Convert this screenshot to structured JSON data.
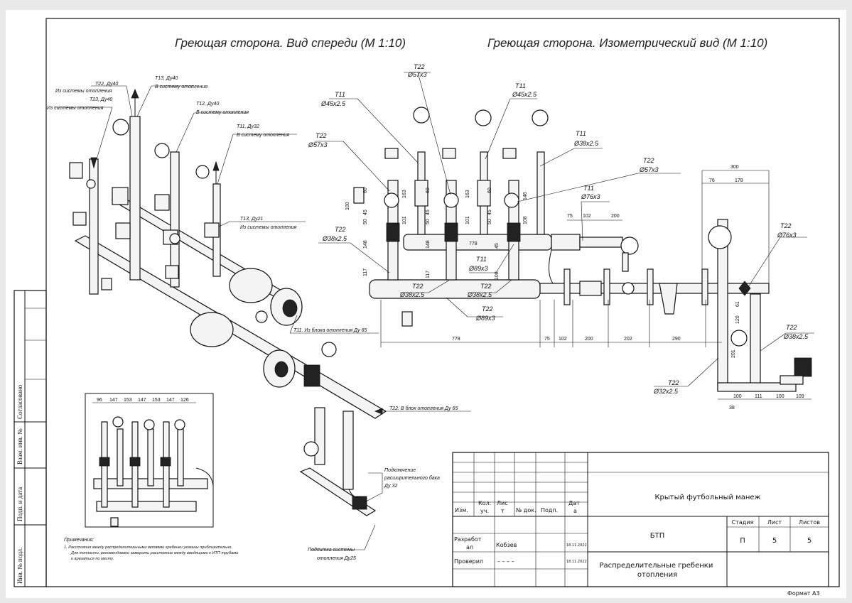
{
  "titles": {
    "front": "Греющая сторона. Вид спереди (М 1:10)",
    "iso": "Греющая сторона. Изометрический вид (М 1:10)"
  },
  "iso_labels": {
    "t22_from": [
      "Т22, Ду40",
      "Из системы отопления"
    ],
    "t13_to": [
      "Т13, Ду40",
      "В систему отопления"
    ],
    "t23_from": [
      "Т23, Ду40",
      "Из системы отопления"
    ],
    "t12_to": [
      "Т12, Ду40",
      "В систему отопления"
    ],
    "t11_to": [
      "Т11, Ду32",
      "В систему отопления"
    ],
    "t13_from": [
      "Т13, Ду21",
      "Из системы отопления"
    ],
    "t11_block": "Т11. Из блока отопления Ду 65",
    "t22_block": "Т22. В блок отопления Ду 65",
    "expansion": [
      "Подключение",
      "расширительного бака",
      "Ду 32"
    ],
    "makeup": [
      "Подпитка системы",
      "отопления Ду25"
    ]
  },
  "front_labels": {
    "t22_57_top": [
      "Т22",
      "Ø57х3"
    ],
    "t11_45_left": [
      "Т11",
      "Ø45х2.5"
    ],
    "t11_45_mid": [
      "Т11",
      "Ø45х2.5"
    ],
    "t22_57_left": [
      "Т22",
      "Ø57х3"
    ],
    "t11_38": [
      "Т11",
      "Ø38х2.5"
    ],
    "t22_57_right": [
      "Т22",
      "Ø57х3"
    ],
    "t11_76": [
      "Т11",
      "Ø76х3"
    ],
    "t22_38_left": [
      "Т22",
      "Ø38х2.5"
    ],
    "t11_89": [
      "Т11",
      "Ø89х3"
    ],
    "t22_38_a": [
      "Т22",
      "Ø38х2.5"
    ],
    "t22_38_b": [
      "Т22",
      "Ø38х2.5"
    ],
    "t22_89": [
      "Т22",
      "Ø89х3"
    ],
    "t22_76": [
      "Т22",
      "Ø76х3"
    ],
    "t22_38_right": [
      "Т22",
      "Ø38х2.5"
    ],
    "t22_32": [
      "Т22",
      "Ø32х2.5"
    ]
  },
  "dimensions": {
    "bottom_row": [
      "778",
      "75",
      "102",
      "200",
      "202",
      "290"
    ],
    "upper_row": [
      "75",
      "102",
      "200"
    ],
    "mid": "778",
    "verticals": [
      "100",
      "50",
      "45",
      "60",
      "163",
      "101",
      "148",
      "117",
      "117",
      "50",
      "45",
      "60",
      "163",
      "101",
      "148",
      "108",
      "50",
      "45",
      "60",
      "146",
      "108",
      "45"
    ],
    "right_top": [
      "300",
      "76",
      "178"
    ],
    "right_vert": [
      "61",
      "120",
      "201"
    ],
    "right_bottom": [
      "100",
      "111",
      "100",
      "109"
    ],
    "right_38": "38",
    "inset_top": [
      "96",
      "147",
      "153",
      "147",
      "153",
      "147",
      "126"
    ]
  },
  "notes": {
    "title": "Примечания:",
    "lines": [
      "1.   Расстояния между распределительными ветвями гребенки указаны приблизительно.",
      "Для точности, рекомендовано замерить расстояние между вводящими к ИТП трубами",
      "и врезаться по месту."
    ]
  },
  "title_block": {
    "headers": [
      "Изм.",
      "Кол.\nуч.",
      "Лис\nт",
      "№ док.",
      "Подп.",
      "Дат\nа"
    ],
    "developed_label": "Разработ\nал",
    "developed_name": "Кобзев",
    "developed_date": "18.11.2022",
    "checked_label": "Проверил",
    "checked_name": "– – – –",
    "checked_date": "18.11.2022",
    "project": "Крытый футбольный манеж",
    "object": "БТП",
    "sheet_title": "Распределительные гребенки\nотопления",
    "stage_label": "Стадия",
    "sheet_label": "Лист",
    "sheets_label": "Листов",
    "stage": "П",
    "sheet": "5",
    "sheets": "5"
  },
  "side_stamp": {
    "agreed": "Согласовано",
    "inv_repl": "Взам. инв. №",
    "sign_date": "Подп. и дата",
    "inv_orig": "Инв. № подл."
  },
  "format": "Формат А3"
}
